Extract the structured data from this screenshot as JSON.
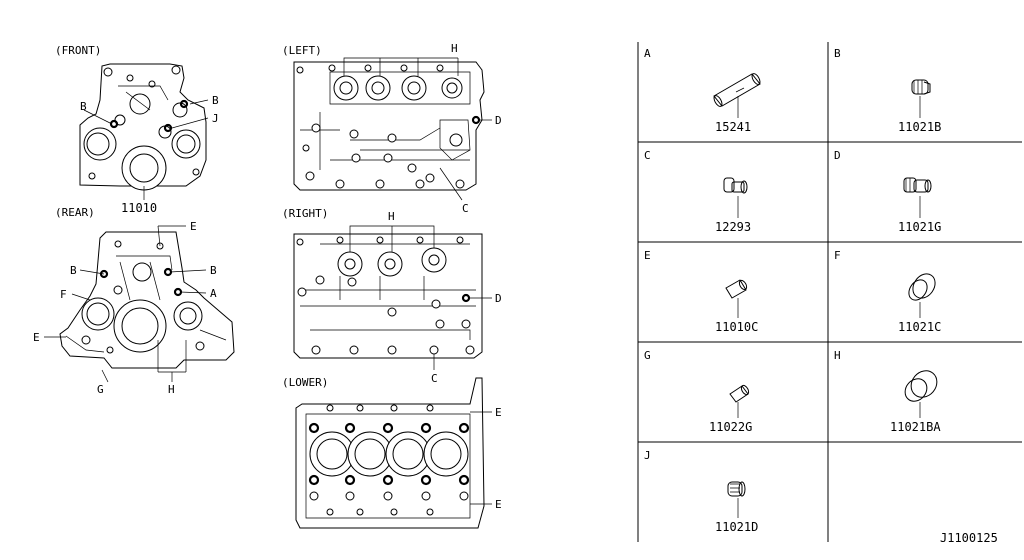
{
  "views": {
    "front": "(FRONT)",
    "rear": "(REAR)",
    "left": "(LEFT)",
    "right": "(RIGHT)",
    "lower": "(LOWER)"
  },
  "main_part_number": "11010",
  "callouts": {
    "front": [
      "B",
      "B",
      "J"
    ],
    "rear": [
      "E",
      "B",
      "B",
      "A",
      "F",
      "E",
      "G",
      "H"
    ],
    "left": [
      "H",
      "D",
      "C"
    ],
    "right": [
      "H",
      "D",
      "C"
    ],
    "lower": [
      "E",
      "E"
    ]
  },
  "parts": [
    {
      "letter": "A",
      "number": "15241",
      "icon": "dowel-pin-icon"
    },
    {
      "letter": "B",
      "number": "11021B",
      "icon": "plug-icon"
    },
    {
      "letter": "C",
      "number": "12293",
      "icon": "jet-icon"
    },
    {
      "letter": "D",
      "number": "11021G",
      "icon": "plug-icon"
    },
    {
      "letter": "E",
      "number": "11010C",
      "icon": "dowel-pin-icon"
    },
    {
      "letter": "F",
      "number": "11021C",
      "icon": "cap-icon"
    },
    {
      "letter": "G",
      "number": "11022G",
      "icon": "dowel-pin-icon"
    },
    {
      "letter": "H",
      "number": "11021BA",
      "icon": "cap-icon"
    },
    {
      "letter": "J",
      "number": "11021D",
      "icon": "plug-icon"
    },
    {
      "letter": "",
      "number": "",
      "icon": ""
    }
  ],
  "diagram_id": "J1100125"
}
